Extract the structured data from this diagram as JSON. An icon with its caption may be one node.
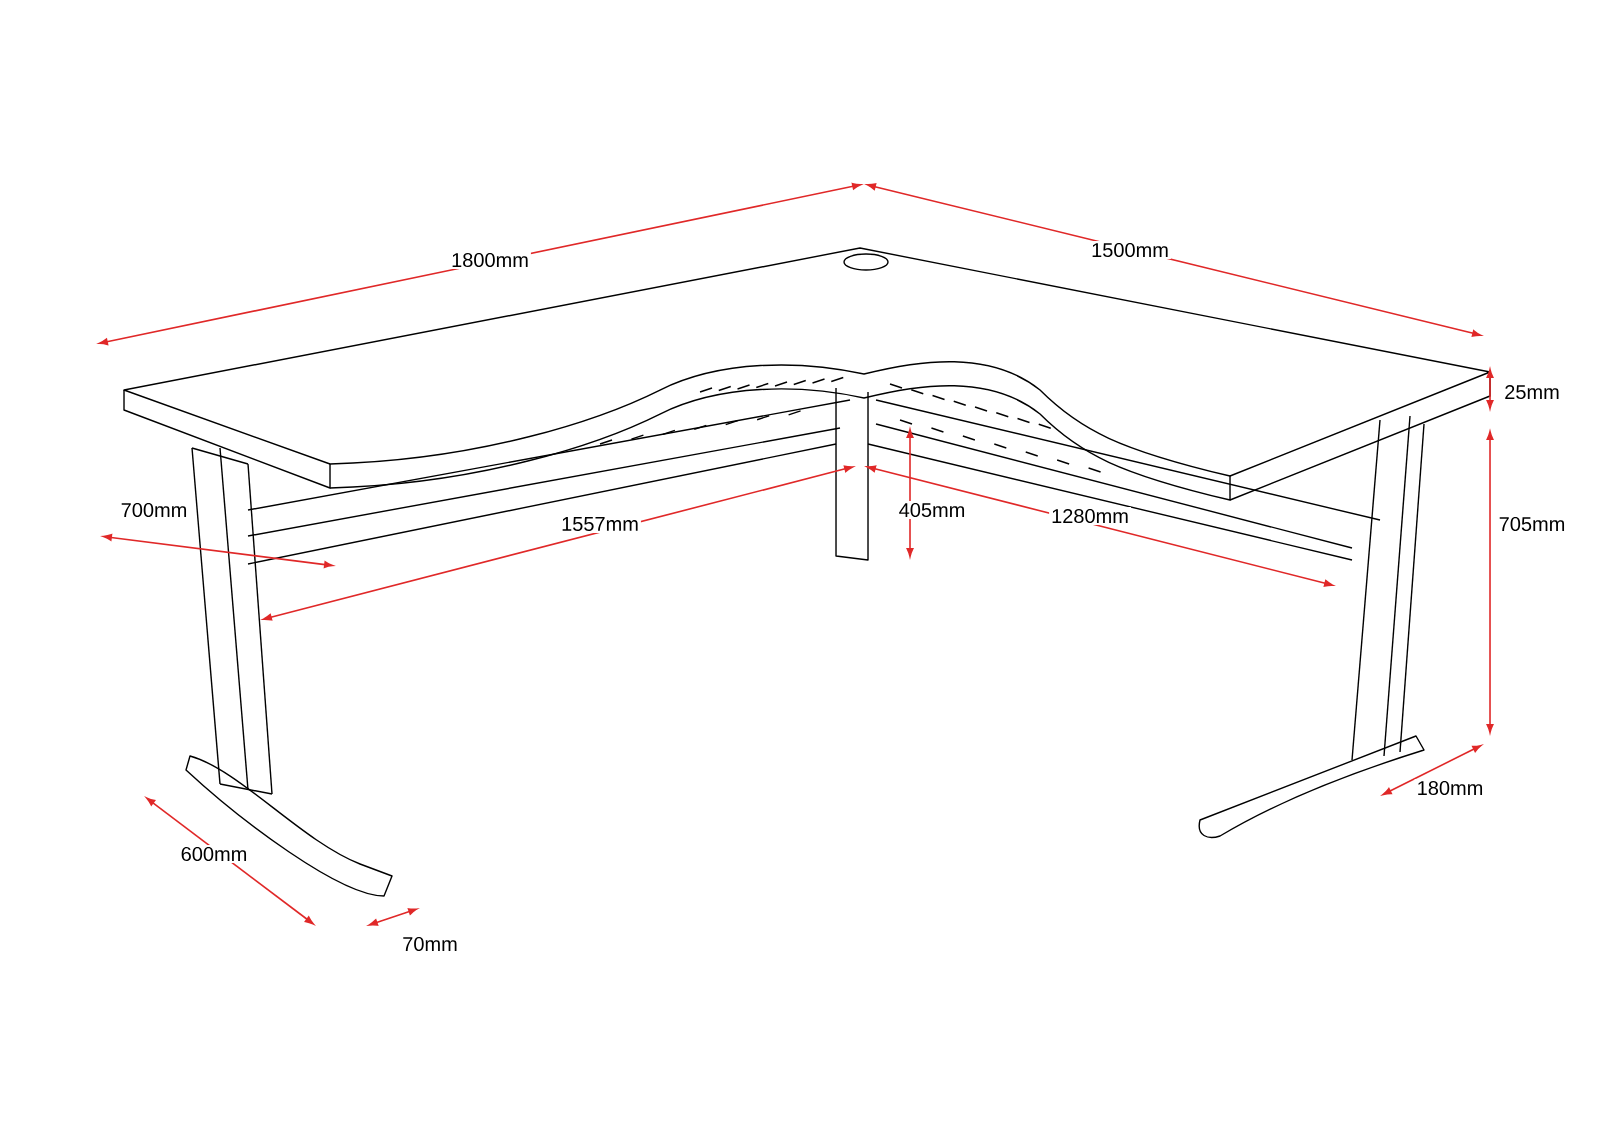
{
  "diagram": {
    "labels": [
      "1800mm",
      "1500mm",
      "25mm",
      "700mm",
      "1557mm",
      "405mm",
      "1280mm",
      "705mm",
      "180mm",
      "600mm",
      "70mm"
    ]
  }
}
